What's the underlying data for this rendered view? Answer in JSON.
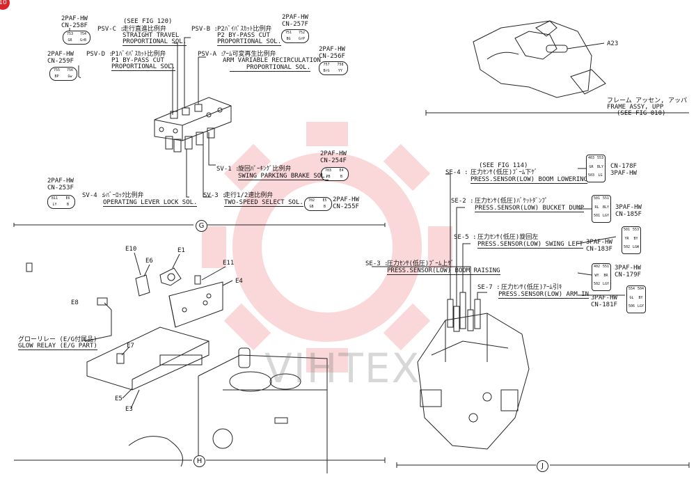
{
  "badge": "10",
  "watermark": {
    "text": "VIHTEX",
    "color": "#e8484d"
  },
  "section_g": {
    "marker": "G",
    "psv_c": {
      "code": "PSV-C :",
      "ref": "(SEE FIG 120)",
      "jp": "走行直進比例弁",
      "en1": "STRAIGHT TRAVEL",
      "en2": "PROPORTIONAL SOL."
    },
    "psv_b": {
      "code": "PSV-B :",
      "jp": "P2ﾊﾞｲﾊﾟｽｶｯﾄ比例弁",
      "en1": "P2 BY-PASS CUT",
      "en2": "PROPORTIONAL SOL."
    },
    "psv_d": {
      "code": "PSV-D :",
      "jp": "P1ﾊﾞｲﾊﾟｽｶｯﾄ比例弁",
      "en1": "P1 BY-PASS CUT",
      "en2": "PROPORTIONAL SOL."
    },
    "psv_a": {
      "code": "PSV-A :",
      "jp": "ｱｰﾑ可変再生比例弁",
      "en1": "ARM VARIABLE RECIRCULATION",
      "en2": "PROPORTIONAL SOL."
    },
    "sv_1": {
      "code": "SV-1 :",
      "jp": "旋回ﾊﾟｰｷﾝｸﾞ比例弁",
      "en": "SWING PARKING BRAKE SOL."
    },
    "sv_3": {
      "code": "SV-3 :",
      "jp": "走行1/2速比例弁",
      "en": "TWO-SPEED SELECT SOL."
    },
    "sv_4": {
      "code": "SV-4 :",
      "jp": "ﾚﾊﾞｰﾛｯｸ比例弁",
      "en": "OPERATING LEVER LOCK SOL."
    },
    "connectors": [
      {
        "type": "2PAF-HW",
        "id": "CN-258F",
        "pins": [
          "753",
          "754",
          "GR",
          "GrB"
        ]
      },
      {
        "type": "2PAF-HW",
        "id": "CN-257F",
        "pins": [
          "751",
          "752",
          "BG",
          "GrP"
        ]
      },
      {
        "type": "2PAF-HW",
        "id": "CN-259F",
        "pins": [
          "755",
          "756",
          "BP",
          "Gw"
        ]
      },
      {
        "type": "2PAF-HW",
        "id": "CN-256F",
        "pins": [
          "757",
          "758",
          "BrG",
          "YY"
        ]
      },
      {
        "type": "2PAF-HW",
        "id": "CN-254F",
        "pins": [
          "703",
          "E4",
          "PB",
          "B"
        ]
      },
      {
        "type": "2PAF-HW",
        "id": "CN-255F",
        "pins": [
          "702",
          "E5",
          "GB",
          "B"
        ]
      },
      {
        "type": "2PAF-HW",
        "id": "CN-253F",
        "pins": [
          "811",
          "E6",
          "LY",
          "B"
        ]
      }
    ]
  },
  "frame": {
    "part": "A23",
    "jp": "フレーム アッセン, アッパ",
    "en": "FRAME ASSY, UPP",
    "ref": "(SEE FIG 010)"
  },
  "section_h": {
    "marker": "H",
    "parts": [
      "E10",
      "E1",
      "E6",
      "E11",
      "E4",
      "E8",
      "E7",
      "E5",
      "E3"
    ],
    "glow_jp": "グローリレー (E/G付属品)",
    "glow_en": "GLOW RELAY (E/G PART)"
  },
  "section_j": {
    "marker": "J",
    "se_4": {
      "ref": "(SEE FIG 114)",
      "code": "SE-4 :",
      "jp": "圧力ｾﾝｻ(低圧)ﾌﾞｰﾑ下ｹﾞ",
      "en": "PRESS.SENSOR(LOW) BOOM LOWERING"
    },
    "se_2": {
      "code": "SE-2 :",
      "jp": "圧力ｾﾝｻ(低圧)ﾊﾞｹｯﾄﾀﾞﾝﾌﾟ",
      "en": "PRESS.SENSOR(LOW) BUCKET DUMP"
    },
    "se_5": {
      "code": "SE-5 :",
      "jp": "圧力ｾﾝｻ(低圧)旋回左",
      "en": "PRESS.SENSOR(LOW) SWING LEFT"
    },
    "se_3": {
      "code": "SE-3 :",
      "jp": "圧力ｾﾝｻ(低圧)ﾌﾞｰﾑ上ｹﾞ",
      "en": "PRESS.SENSOR(LOW) BOOM RAISING"
    },
    "se_7": {
      "code": "SE-7 :",
      "jp": "圧力ｾﾝｻ(低圧)ｱｰﾑ引ｷ",
      "en": "PRESS.SENSOR(LOW) ARM IN"
    },
    "connectors": [
      {
        "type": "3PAF-HW",
        "id": "CN-178F",
        "pins": [
          "403",
          "553",
          "GR",
          "BLY",
          "503",
          "LG"
        ]
      },
      {
        "type": "3PAF-HW",
        "id": "CN-185F",
        "pins": [
          "501",
          "551",
          "RL",
          "BLY",
          "501",
          "LGY"
        ]
      },
      {
        "type": "3PAF-HW",
        "id": "CN-183F",
        "pins": [
          "501",
          "553",
          "YR",
          "BY",
          "502",
          "LGW"
        ]
      },
      {
        "type": "3PAF-HW",
        "id": "CN-179F",
        "pins": [
          "402",
          "551",
          "WY",
          "BR",
          "502",
          "LGY"
        ]
      },
      {
        "type": "3PAF-HW",
        "id": "CN-181F",
        "pins": [
          "554",
          "504",
          "GL",
          "BY",
          "506",
          "LGY"
        ]
      }
    ]
  }
}
